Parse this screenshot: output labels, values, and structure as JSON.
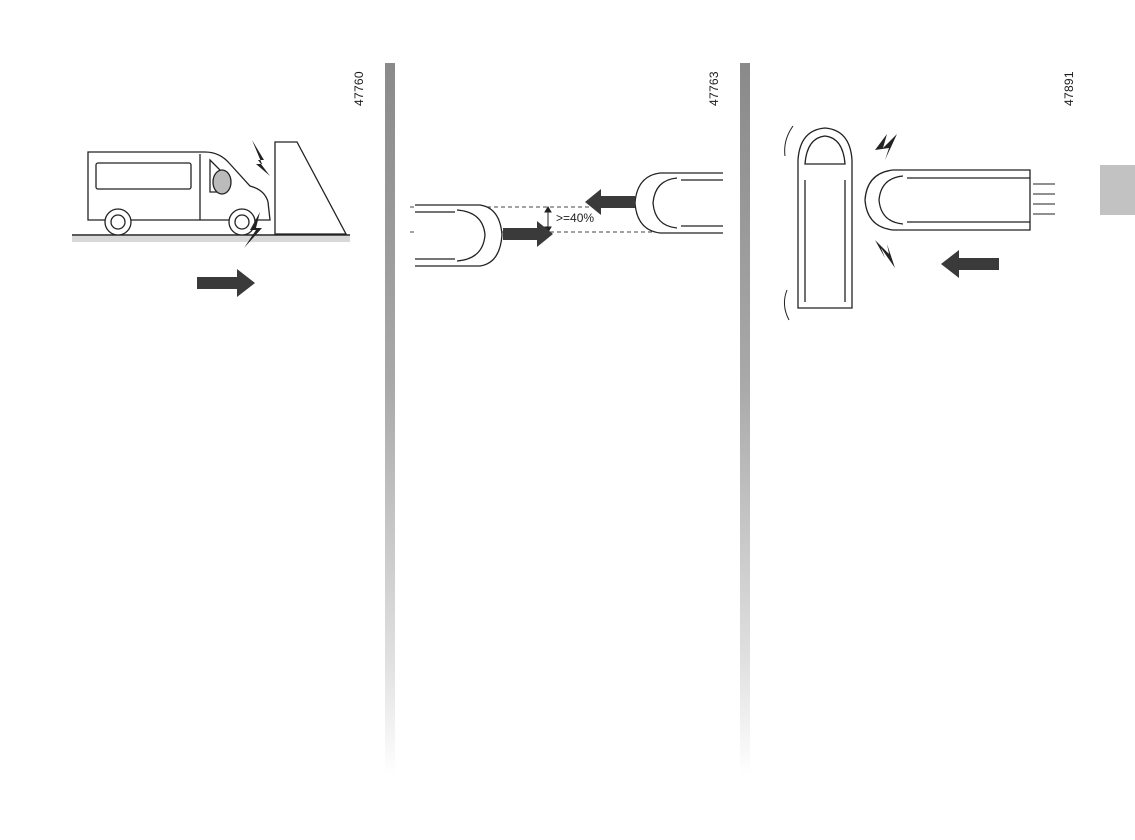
{
  "panels": [
    {
      "figure_code": "47760",
      "scenario": "frontal-collision-with-wall"
    },
    {
      "figure_code": "47763",
      "scenario": "offset-frontal-collision",
      "overlap_label": ">=40%"
    },
    {
      "figure_code": "47891",
      "scenario": "side-impact-collision"
    }
  ],
  "colors": {
    "divider": "#999999",
    "arrow": "#3a3a3a",
    "side_tab": "#c2c2c2",
    "ink": "#1a1a1a"
  }
}
